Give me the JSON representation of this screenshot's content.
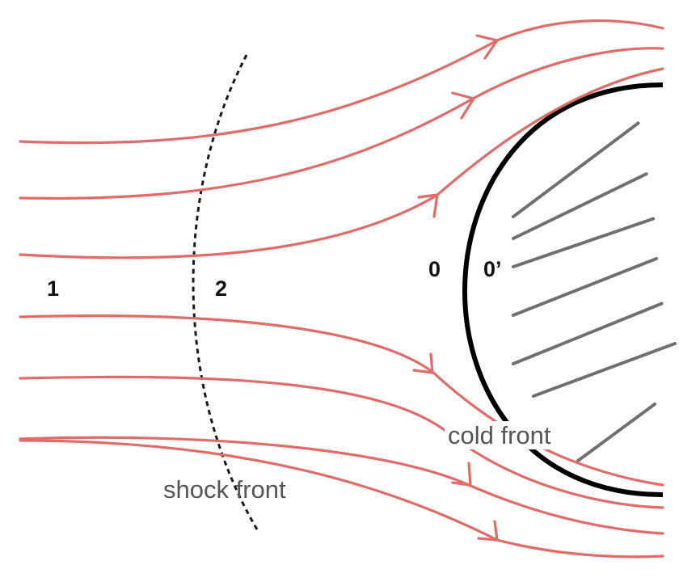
{
  "labels": {
    "region_1": "1",
    "region_2": "2",
    "region_0": "0",
    "region_0_prime": "0’",
    "shock_front": "shock front",
    "cold_front": "cold front"
  },
  "colors": {
    "flow_lines": "#e06b68",
    "shock_front": "#1a1a1a",
    "cold_front": "#000000",
    "hatching": "#6f6f6f",
    "caption_text": "#555555"
  },
  "elements": {
    "flow_line_count": 8,
    "shock_front_style": "dashed",
    "cold_cloud_fill": "diagonal hatching"
  }
}
